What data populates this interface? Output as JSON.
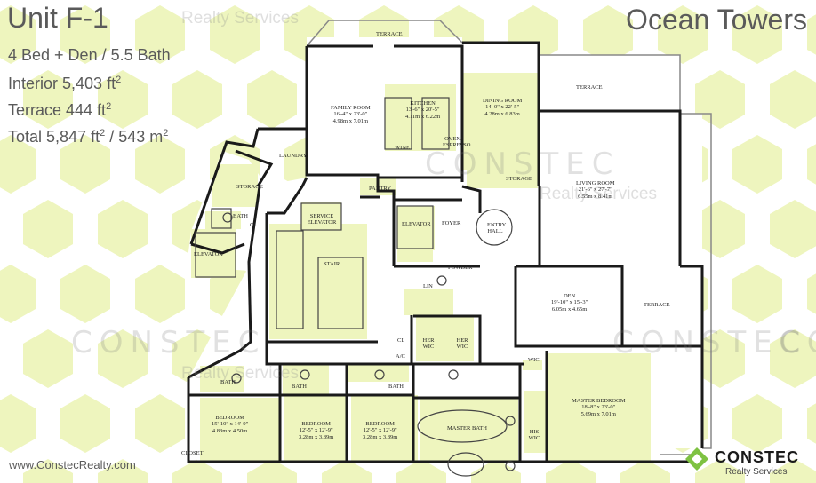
{
  "unit_title": "Unit F-1",
  "building_name": "Ocean Towers",
  "specs": {
    "beds_baths": "4 Bed + Den / 5.5 Bath",
    "interior_label": "Interior 5,403 ft",
    "terrace_label": "Terrace 444 ft",
    "total_label": "Total 5,847 ft",
    "total_metric": " / 543 m",
    "sup": "2"
  },
  "website": "www.ConstecRealty.com",
  "watermarks": {
    "top": "Realty Services",
    "constec": "CONSTEC",
    "realty": "Realty Services"
  },
  "logo": {
    "name": "CONSTEC",
    "subtitle": "Realty Services",
    "color": "#7ec242"
  },
  "colors": {
    "hexagon": "#eef5be",
    "highlight": "#eef5be",
    "walls": "#1a1a1a",
    "text": "#5a5a5a"
  },
  "rooms": {
    "terrace_top": "TERRACE",
    "family_room": {
      "name": "FAMILY ROOM",
      "dim1": "16'-4\" x 23'-0\"",
      "dim2": "4.98m x 7.01m"
    },
    "kitchen": {
      "name": "KITCHEN",
      "dim1": "13'-6\" x 20'-5\"",
      "dim2": "4.11m x 6.22m"
    },
    "dining_room": {
      "name": "DINING ROOM",
      "dim1": "14'-0\" x 22'-5\"",
      "dim2": "4.28m x 6.83m"
    },
    "terrace_right_top": "TERRACE",
    "living_room": {
      "name": "LIVING ROOM",
      "dim1": "21'-6\" x 27'-7\"",
      "dim2": "6.55m x 8.41m"
    },
    "laundry": "LAUNDRY",
    "storage_left": "STORAGE",
    "bath_small": "BATH",
    "cl_small": "CL",
    "elevator_left": "ELEVATOR",
    "service_elevator": "SERVICE ELEVATOR",
    "stair": "STAIR",
    "pantry": "PANTRY",
    "elevator": "ELEVATOR",
    "foyer": "FOYER",
    "entry_hall": "ENTRY HALL",
    "storage_right": "STORAGE",
    "powder": "POWDER",
    "lin": "LIN",
    "oven": "OVEN/ ESPRESSO",
    "wine": "WINE",
    "den": {
      "name": "DEN",
      "dim1": "19'-10\" x 15'-3\"",
      "dim2": "6.05m x 4.65m"
    },
    "terrace_right": "TERRACE",
    "her_wic_1": "HER WIC",
    "her_wic_2": "HER WIC",
    "wic": "WIC",
    "ac": "A/C",
    "cl": "CL",
    "bath1": "BATH",
    "bath2": "BATH",
    "bath3": "BATH",
    "bedroom1": {
      "name": "BEDROOM",
      "dim1": "15'-10\" x 14'-9\"",
      "dim2": "4.83m x 4.50m"
    },
    "bedroom2": {
      "name": "BEDROOM",
      "dim1": "12'-5\" x 12'-9\"",
      "dim2": "3.28m x 3.89m"
    },
    "bedroom3": {
      "name": "BEDROOM",
      "dim1": "12'-5\" x 12'-9\"",
      "dim2": "3.28m x 3.89m"
    },
    "master_bath": "MASTER BATH",
    "his_wic": "HIS WIC",
    "master_bedroom": {
      "name": "MASTER BEDROOM",
      "dim1": "18'-8\" x 23'-0\"",
      "dim2": "5.69m x 7.01m"
    },
    "closet": "CLOSET"
  }
}
